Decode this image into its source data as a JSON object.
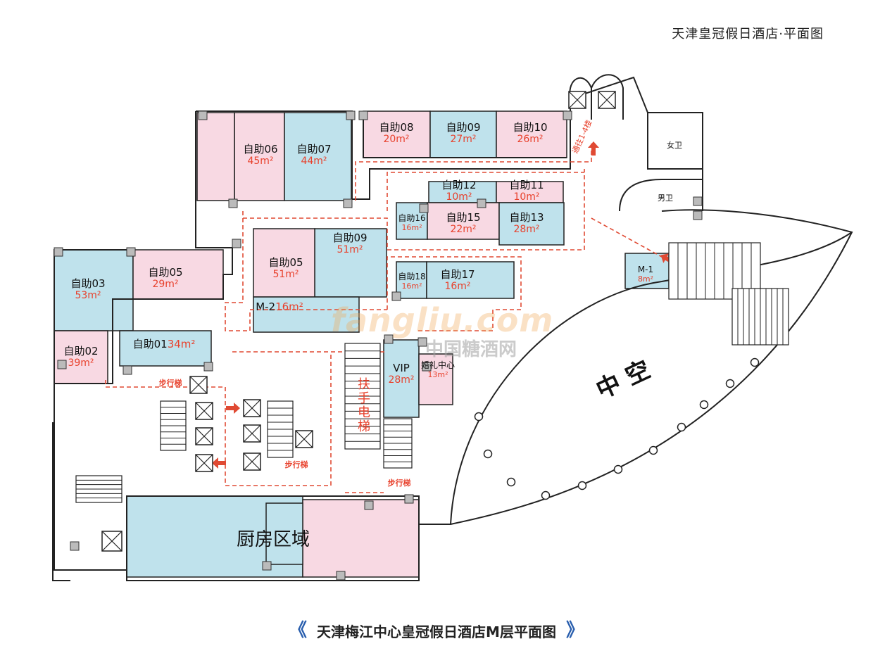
{
  "header": {
    "title": "天津皇冠假日酒店·平面图"
  },
  "caption": {
    "prev": "《",
    "text": "天津梅江中心皇冠假日酒店M层平面图",
    "next": "》"
  },
  "watermark": {
    "brand": "fangliu.com",
    "cn": "中国糖酒网"
  },
  "colors": {
    "pink": "#f8d9e3",
    "blue": "#bfe2ec",
    "wall": "#222222",
    "route": "#e04a33",
    "label": "#e8412c"
  },
  "rooms": [
    {
      "name": "自助08",
      "area": "20m²"
    },
    {
      "name": "自助09",
      "area": "27m²"
    },
    {
      "name": "自助10",
      "area": "26m²"
    },
    {
      "name": "自助06",
      "area": "45m²"
    },
    {
      "name": "自助07",
      "area": "44m²"
    },
    {
      "name": "自助12",
      "area": "10m²"
    },
    {
      "name": "自助11",
      "area": "10m²"
    },
    {
      "name": "自助16",
      "area": "16m²"
    },
    {
      "name": "自助15",
      "area": "22m²"
    },
    {
      "name": "自助13",
      "area": "28m²"
    },
    {
      "name": "自助09",
      "area": "51m²"
    },
    {
      "name": "自助05",
      "area": "51m²"
    },
    {
      "name": "自助18",
      "area": "16m²"
    },
    {
      "name": "自助17",
      "area": "16m²"
    },
    {
      "name": "自助03",
      "area": "53m²"
    },
    {
      "name": "自助05",
      "area": "29m²"
    },
    {
      "name": "M-2",
      "area": "16m²"
    },
    {
      "name": "自助01",
      "area": "34m²"
    },
    {
      "name": "自助02",
      "area": "39m²"
    },
    {
      "name": "VIP",
      "area": "28m²"
    },
    {
      "name": "婚礼中心",
      "area": "13m²"
    },
    {
      "name": "M-1",
      "area": "8m²"
    }
  ],
  "labels": {
    "kitchen": "厨房区域",
    "atrium": "中 空",
    "escalator": "扶手电梯",
    "stairs": "步行梯",
    "to_floors": "通往1-4楼",
    "women": "女卫",
    "men": "男卫"
  }
}
